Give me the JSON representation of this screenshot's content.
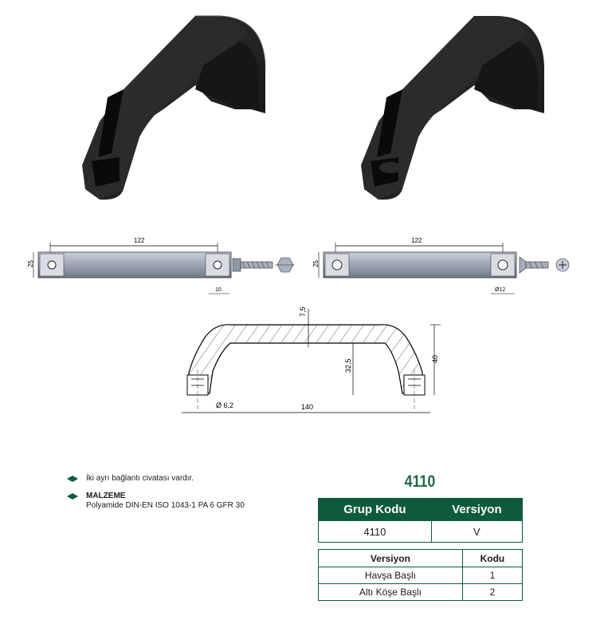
{
  "product_code": "4110",
  "drawing_labels": {
    "length_top": "122",
    "height_side": "25",
    "screw_dim_left": "10",
    "hole_dim_right": "Ø12",
    "thickness": "7,5",
    "inner_height": "32,5",
    "total_height": "40",
    "bolt_hole": "Ø 6,2",
    "total_length": "140"
  },
  "notes": [
    {
      "title": "",
      "text": "İki ayrı bağlantı civatası vardır."
    },
    {
      "title": "MALZEME",
      "text": "Polyamide DIN-EN ISO 1043-1 PA 6 GFR 30"
    }
  ],
  "table_main": {
    "headers": [
      "Grup Kodu",
      "Versiyon"
    ],
    "row": [
      "4110",
      "V"
    ]
  },
  "table_versions": {
    "headers": [
      "Versiyon",
      "Kodu"
    ],
    "rows": [
      [
        "Havşa Başlı",
        "1"
      ],
      [
        "Altı Köşe Başlı",
        "2"
      ]
    ]
  },
  "colors": {
    "brand_green": "#0e5a3c",
    "title_green": "#1e6b48",
    "product_black": "#1c1c1c"
  }
}
